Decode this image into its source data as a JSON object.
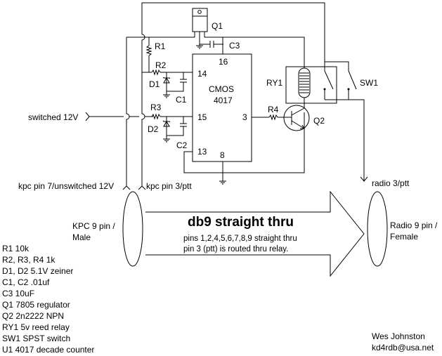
{
  "diagram": {
    "title": "db9 straight thru",
    "notes": [
      "pins 1,2,4,5,6,7,8,9 straight thru",
      "pin 3 (ptt) is routed thru relay."
    ],
    "connectors": {
      "left": [
        "KPC 9 pin /",
        "Male"
      ],
      "right": [
        "Radio 9 pin /",
        "Female"
      ]
    },
    "signals": {
      "switched": "switched 12V",
      "kpc_pin7": "kpc pin 7/unswitched 12V",
      "kpc_pin3": "kpc pin 3/ptt",
      "radio_ptt": "radio 3/ptt"
    },
    "components": {
      "q1": "Q1",
      "q2": "Q2",
      "r1": "R1",
      "r2": "R2",
      "r3": "R3",
      "r4": "R4",
      "d1": "D1",
      "d2": "D2",
      "c1": "C1",
      "c2": "C2",
      "c3": "C3",
      "ry1": "RY1",
      "sw1": "SW1",
      "ic_line1": "CMOS",
      "ic_line2": "4017"
    },
    "ic_pins": {
      "p16": "16",
      "p14": "14",
      "p15": "15",
      "p13": "13",
      "p8": "8",
      "p3": "3"
    }
  },
  "parts_list": [
    "R1 10k",
    "R2, R3, R4 1k",
    "D1, D2 5.1V zeiner",
    "C1, C2 .01uf",
    "C3 10uF",
    "Q1 7805 regulator",
    "Q2 2n2222 NPN",
    "RY1 5v reed relay",
    "SW1 SPST switch",
    "U1 4017 decade counter"
  ],
  "author": {
    "name": "Wes Johnston",
    "email": "kd4rdb@usa.net"
  }
}
